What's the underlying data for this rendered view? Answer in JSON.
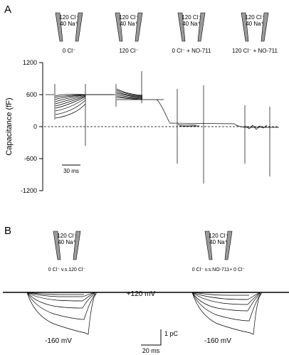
{
  "panel_a": {
    "label": "A",
    "pipettes": [
      {
        "cl": "120 Cl⁻",
        "na": "40 Na⁺",
        "condition": "0 Cl⁻"
      },
      {
        "cl": "120 Cl⁻",
        "na": "40 Na⁺",
        "condition": "120 Cl⁻"
      },
      {
        "cl": "120 Cl⁻",
        "na": "40 Na⁺",
        "condition": "0 Cl⁻ + NO-711"
      },
      {
        "cl": "120 Cl⁻",
        "na": "40 Na⁺",
        "condition": "120 Cl⁻ + NO-711"
      }
    ],
    "ylabel": "Capacitance (fF)",
    "yticks": [
      "1200",
      "600",
      "0",
      "-600",
      "-1200"
    ],
    "scalebar": "30 ms"
  },
  "panel_b": {
    "label": "B",
    "pipettes": [
      {
        "cl": "120 Cl⁻",
        "na": "40 Na⁺",
        "condition": "0 Cl⁻ v.s.120 Cl⁻"
      },
      {
        "cl": "120 Cl⁻",
        "na": "40 Na⁺",
        "condition": "0 Cl⁻ v.s.NO-711+ 0 Cl⁻"
      }
    ],
    "top_voltage": "+120 mV",
    "bottom_voltage_left": "-160 mV",
    "bottom_voltage_right": "-160 mV",
    "scale_y": "1 pC",
    "scale_x": "20 ms"
  },
  "colors": {
    "trace": "#000000",
    "pipette_fill": "#9a9a9a",
    "background": "#ffffff"
  }
}
